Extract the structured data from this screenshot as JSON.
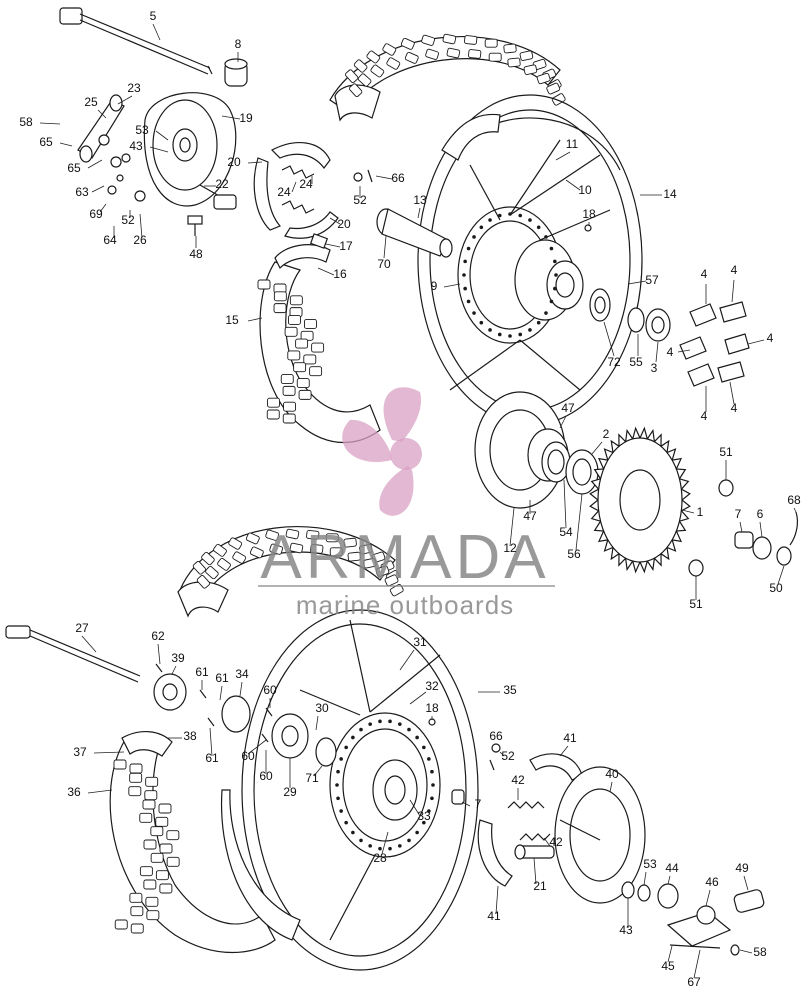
{
  "watermark": {
    "brand": "ARMADA",
    "tagline": "marine outboards",
    "logo_color": "#d9a0c4",
    "text_color": "#888888"
  },
  "callouts": [
    {
      "id": "c5",
      "label": "5"
    },
    {
      "id": "c8",
      "label": "8"
    },
    {
      "id": "c23",
      "label": "23"
    },
    {
      "id": "c25",
      "label": "25"
    },
    {
      "id": "c58a",
      "label": "58"
    },
    {
      "id": "c65a",
      "label": "65"
    },
    {
      "id": "c53a",
      "label": "53"
    },
    {
      "id": "c43a",
      "label": "43"
    },
    {
      "id": "c19",
      "label": "19"
    },
    {
      "id": "c65b",
      "label": "65"
    },
    {
      "id": "c63",
      "label": "63"
    },
    {
      "id": "c69",
      "label": "69"
    },
    {
      "id": "c64",
      "label": "64"
    },
    {
      "id": "c52a",
      "label": "52"
    },
    {
      "id": "c26",
      "label": "26"
    },
    {
      "id": "c22",
      "label": "22"
    },
    {
      "id": "c48",
      "label": "48"
    },
    {
      "id": "c20a",
      "label": "20"
    },
    {
      "id": "c24a",
      "label": "24"
    },
    {
      "id": "c24b",
      "label": "24"
    },
    {
      "id": "c20b",
      "label": "20"
    },
    {
      "id": "c17",
      "label": "17"
    },
    {
      "id": "c16",
      "label": "16"
    },
    {
      "id": "c15",
      "label": "15"
    },
    {
      "id": "c66a",
      "label": "66"
    },
    {
      "id": "c52b",
      "label": "52"
    },
    {
      "id": "c13",
      "label": "13"
    },
    {
      "id": "c70",
      "label": "70"
    },
    {
      "id": "c11",
      "label": "11"
    },
    {
      "id": "c10",
      "label": "10"
    },
    {
      "id": "c14",
      "label": "14"
    },
    {
      "id": "c18a",
      "label": "18"
    },
    {
      "id": "c9",
      "label": "9"
    },
    {
      "id": "c57",
      "label": "57"
    },
    {
      "id": "c72",
      "label": "72"
    },
    {
      "id": "c55",
      "label": "55"
    },
    {
      "id": "c3",
      "label": "3"
    },
    {
      "id": "c4a",
      "label": "4"
    },
    {
      "id": "c4b",
      "label": "4"
    },
    {
      "id": "c4c",
      "label": "4"
    },
    {
      "id": "c4d",
      "label": "4"
    },
    {
      "id": "c4e",
      "label": "4"
    },
    {
      "id": "c4f",
      "label": "4"
    },
    {
      "id": "c47a",
      "label": "47"
    },
    {
      "id": "c2",
      "label": "2"
    },
    {
      "id": "c47b",
      "label": "47"
    },
    {
      "id": "c54",
      "label": "54"
    },
    {
      "id": "c56",
      "label": "56"
    },
    {
      "id": "c12",
      "label": "12"
    },
    {
      "id": "c1",
      "label": "1"
    },
    {
      "id": "c51a",
      "label": "51"
    },
    {
      "id": "c68",
      "label": "68"
    },
    {
      "id": "c7a",
      "label": "7"
    },
    {
      "id": "c6",
      "label": "6"
    },
    {
      "id": "c50",
      "label": "50"
    },
    {
      "id": "c51b",
      "label": "51"
    },
    {
      "id": "c27",
      "label": "27"
    },
    {
      "id": "c62",
      "label": "62"
    },
    {
      "id": "c39",
      "label": "39"
    },
    {
      "id": "c61a",
      "label": "61"
    },
    {
      "id": "c61b",
      "label": "61"
    },
    {
      "id": "c34",
      "label": "34"
    },
    {
      "id": "c60a",
      "label": "60"
    },
    {
      "id": "c30",
      "label": "30"
    },
    {
      "id": "c31",
      "label": "31"
    },
    {
      "id": "c32",
      "label": "32"
    },
    {
      "id": "c35",
      "label": "35"
    },
    {
      "id": "c18b",
      "label": "18"
    },
    {
      "id": "c38",
      "label": "38"
    },
    {
      "id": "c37",
      "label": "37"
    },
    {
      "id": "c61c",
      "label": "61"
    },
    {
      "id": "c60b",
      "label": "60"
    },
    {
      "id": "c60c",
      "label": "60"
    },
    {
      "id": "c29",
      "label": "29"
    },
    {
      "id": "c71",
      "label": "71"
    },
    {
      "id": "c36",
      "label": "36"
    },
    {
      "id": "c66b",
      "label": "66"
    },
    {
      "id": "c52c",
      "label": "52"
    },
    {
      "id": "c41a",
      "label": "41"
    },
    {
      "id": "c42a",
      "label": "42"
    },
    {
      "id": "c40",
      "label": "40"
    },
    {
      "id": "c7b",
      "label": "7"
    },
    {
      "id": "c33",
      "label": "33"
    },
    {
      "id": "c28",
      "label": "28"
    },
    {
      "id": "c42b",
      "label": "42"
    },
    {
      "id": "c21",
      "label": "21"
    },
    {
      "id": "c53b",
      "label": "53"
    },
    {
      "id": "c44",
      "label": "44"
    },
    {
      "id": "c46",
      "label": "46"
    },
    {
      "id": "c49",
      "label": "49"
    },
    {
      "id": "c41b",
      "label": "41"
    },
    {
      "id": "c43b",
      "label": "43"
    },
    {
      "id": "c58b",
      "label": "58"
    },
    {
      "id": "c45",
      "label": "45"
    },
    {
      "id": "c67",
      "label": "67"
    }
  ]
}
